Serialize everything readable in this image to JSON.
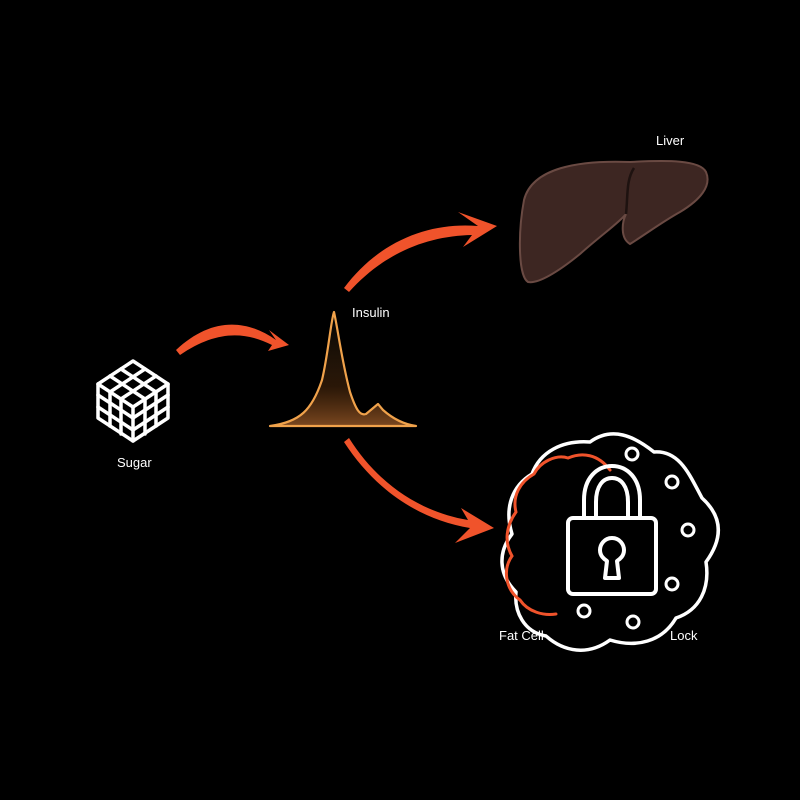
{
  "labels": {
    "sugar": "Sugar",
    "insulin": "Insulin",
    "liver": "Liver",
    "fat_cell": "Fat Cell",
    "lock": "Lock"
  },
  "icons": {
    "sugar": "sugar-cube-icon",
    "insulin": "insulin-curve-icon",
    "liver": "liver-icon",
    "fat_cell": "fat-cell-icon",
    "lock": "padlock-icon",
    "arrow": "arrow-icon"
  },
  "colors": {
    "background": "#000000",
    "arrow": "#f0532b",
    "insulin_curve": "#f0a24b",
    "liver_fill": "#3d2622",
    "liver_outline": "#6a4a43",
    "fat_cell_highlight": "#f0532b",
    "line": "#ffffff"
  }
}
